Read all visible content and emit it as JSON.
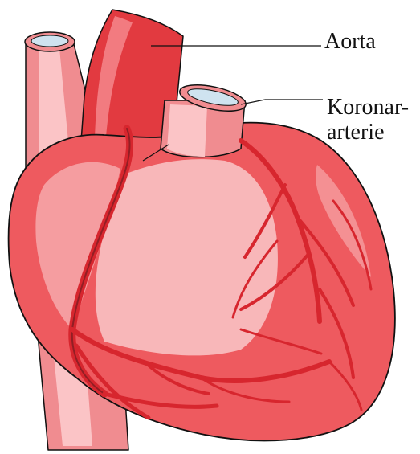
{
  "labels": {
    "aorta": "Aorta",
    "koronar_line1": "Koronar-",
    "koronar_line2": "arterie"
  },
  "colors": {
    "outline": "#111111",
    "heart_base": "#ee5a5f",
    "heart_light": "#f59da0",
    "heart_pale": "#f8b7b9",
    "aorta_red": "#e23a40",
    "aorta_highlight": "#f27b80",
    "vessel_pink": "#f08c90",
    "vessel_pale": "#fbc4c6",
    "lumen": "#cfe3f0",
    "artery": "#d7262e"
  }
}
